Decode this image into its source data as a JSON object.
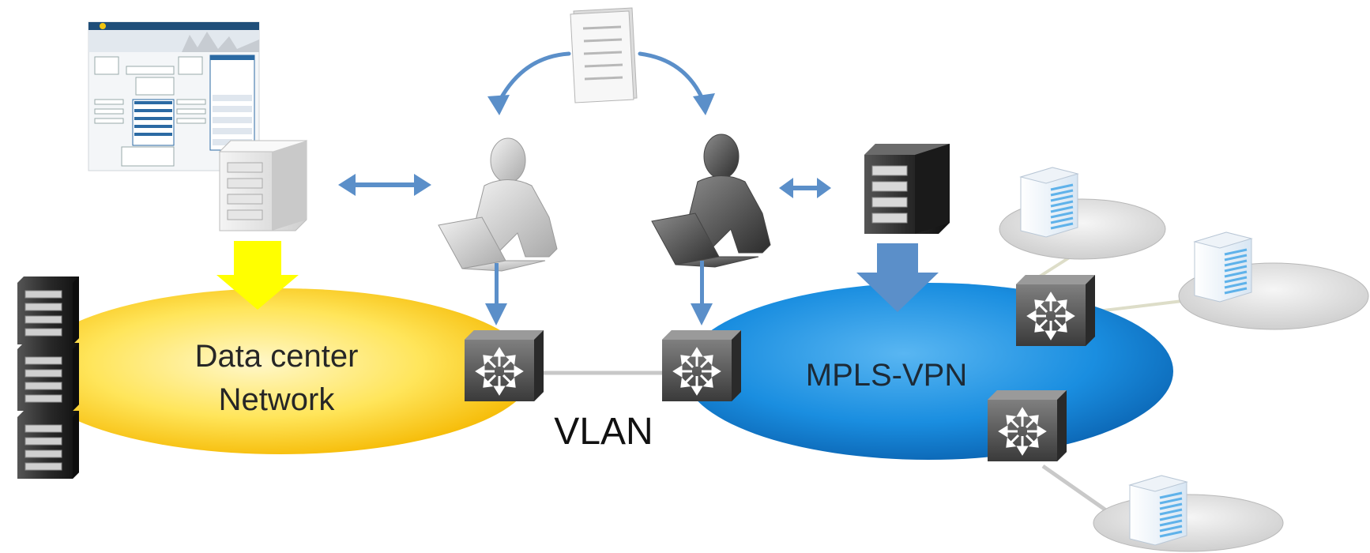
{
  "labels": {
    "datacenter_line1": "Data center",
    "datacenter_line2": "Network",
    "mpls": "MPLS-VPN",
    "vlan": "VLAN"
  },
  "colors": {
    "datacenter_fill": "#ffd21a",
    "mpls_fill": "#1e86d6",
    "arrow_blue": "#5b8fc9",
    "arrow_yellow": "#ffff00",
    "link_gray": "#c8c8c8",
    "site_disc": "#e4e4e4"
  },
  "icons": {
    "document": "document-icon",
    "management_screenshot": "management-console-screenshot",
    "operator_light": "user-at-laptop-icon",
    "operator_dark": "user-at-laptop-icon",
    "server_light": "server-tower-icon",
    "server_dark": "server-tower-icon",
    "router": "router-icon",
    "site_building": "building-icon"
  }
}
